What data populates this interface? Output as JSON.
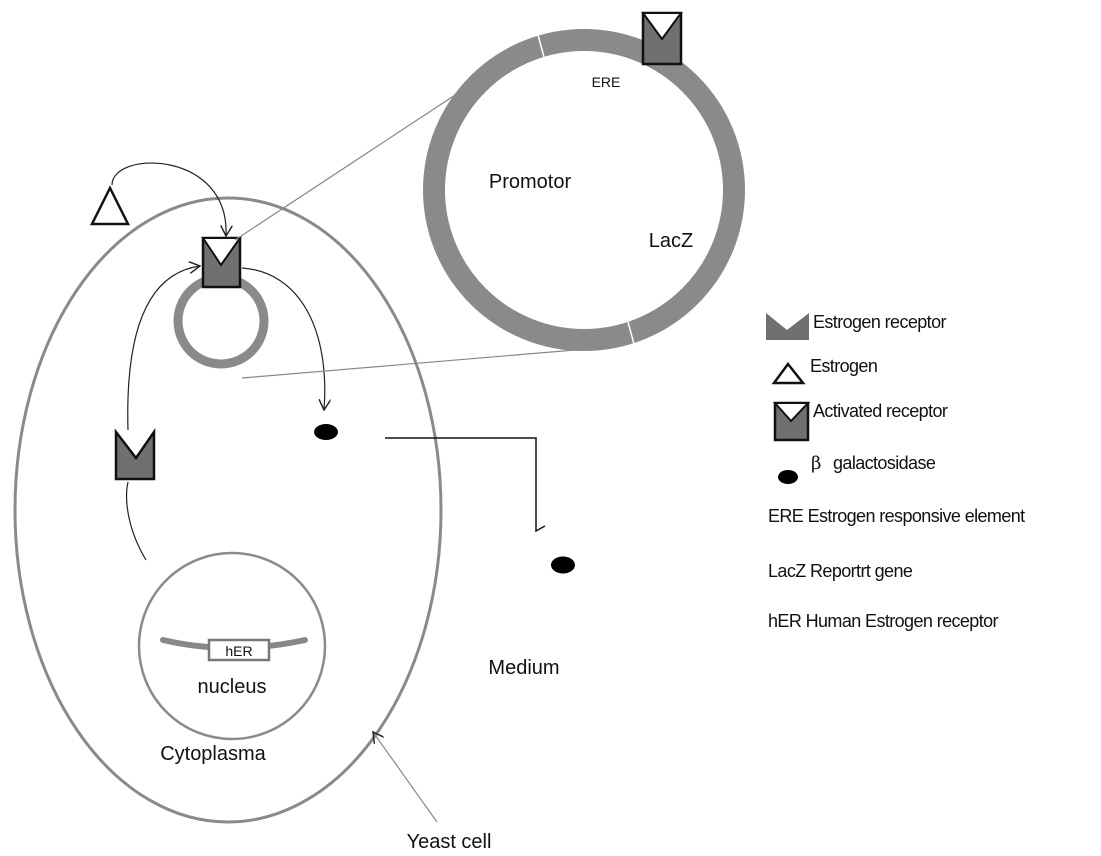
{
  "labels": {
    "ere": "ERE",
    "promotor": "Promotor",
    "lacz": "LacZ",
    "her": "hER",
    "nucleus": "nucleus",
    "cytoplasma": "Cytoplasma",
    "medium": "Medium",
    "yeast_cell": "Yeast cell"
  },
  "legend": {
    "estrogen_receptor": "Estrogen receptor",
    "estrogen": "Estrogen",
    "activated_receptor": "Activated receptor",
    "beta_symbol": "β",
    "beta_galactosidase": "galactosidase",
    "ere_def": "ERE Estrogen responsive element",
    "lacz_def": "LacZ Reportrt gene",
    "her_def": "hER Human Estrogen receptor"
  },
  "colors": {
    "plasmid": "#8a8a8a",
    "cell_outline": "#8a8a8a",
    "receptor_fill": "#707070",
    "line": "#111111"
  }
}
